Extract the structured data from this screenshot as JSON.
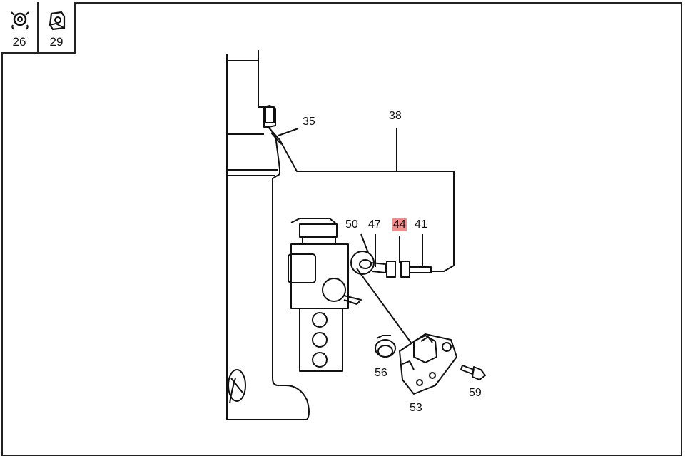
{
  "legend": [
    {
      "number": "26",
      "icon": "clamp-icon"
    },
    {
      "number": "29",
      "icon": "bracket-icon"
    }
  ],
  "callouts": {
    "c35": "35",
    "c38": "38",
    "c50": "50",
    "c47": "47",
    "c44": "44",
    "c41": "41",
    "c56": "56",
    "c53": "53",
    "c59": "59"
  },
  "highlight_color": "#f08e8e"
}
